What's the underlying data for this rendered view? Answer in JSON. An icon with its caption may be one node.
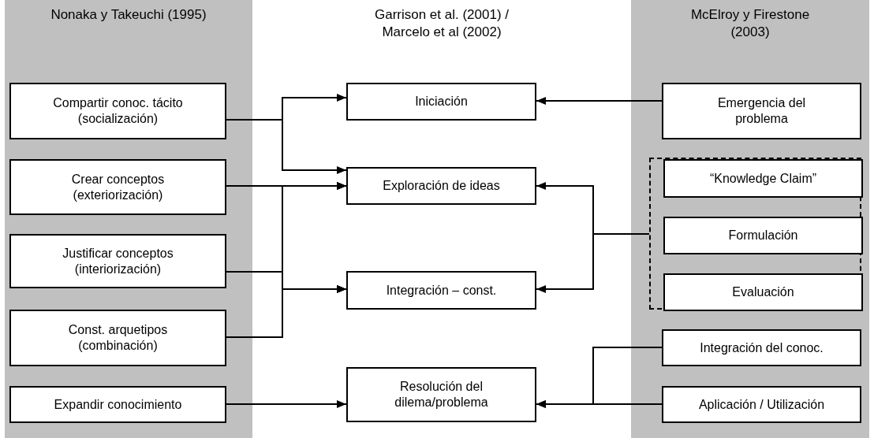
{
  "diagram": {
    "nodes": [
      {
        "text": [
          "Nonaka y Takeuchi (1995)"
        ]
      },
      {
        "text": [
          "Compartir conoc. tácito (socialización)"
        ],
        "in": 0
      },
      {
        "text": [
          "Crear conceptos (exteriorización)"
        ],
        "in": 0
      },
      {
        "text": [
          "Justificar conceptos (interiorización)"
        ],
        "in": 0
      },
      {
        "text": [
          "Const. arquetipos (combinación)"
        ],
        "in": 0
      },
      {
        "text": [
          "Expandir conocimiento"
        ],
        "in": 0
      },
      {
        "text": [
          "Iniciación"
        ]
      },
      {
        "text": [
          "Exploración de ideas"
        ]
      },
      {
        "text": [
          "Integración – const."
        ]
      },
      {
        "text": [
          "Resolución del dilema/problema"
        ]
      },
      {
        "text": [
          "McElroy y Firestone (2003)"
        ]
      },
      {
        "text": [
          "Emergencia del problema"
        ],
        "in": 10
      },
      {
        "text": [],
        "shape": "box",
        "in": 10
      },
      {
        "text": [
          "“Knowledge Claim”"
        ],
        "in": 12
      },
      {
        "text": [
          "Formulación"
        ],
        "in": 12
      },
      {
        "text": [
          "Evaluación"
        ],
        "in": 12
      },
      {
        "text": [
          "Integración del conoc."
        ],
        "in": 10
      },
      {
        "text": [
          "Aplicación / Utilización"
        ],
        "in": 10
      }
    ],
    "edges": [
      {
        "from": 1,
        "to": 6,
        "arrow": "to"
      },
      {
        "from": 1,
        "to": 7,
        "arrow": "to"
      },
      {
        "from": 2,
        "to": 7,
        "arrow": "to"
      },
      {
        "from": 2,
        "to": 8,
        "arrow": "to"
      },
      {
        "from": 3,
        "to": 7,
        "arrow": "to"
      },
      {
        "from": 3,
        "to": 8,
        "arrow": "to"
      },
      {
        "from": 4,
        "to": 7,
        "arrow": "to"
      },
      {
        "from": 4,
        "to": 8,
        "arrow": "to"
      },
      {
        "from": 5,
        "to": 9,
        "arrow": "to"
      },
      {
        "from": 11,
        "to": 6,
        "arrow": "to"
      },
      {
        "from": 12,
        "to": 7,
        "arrow": "to"
      },
      {
        "from": 12,
        "to": 8,
        "arrow": "to"
      },
      {
        "from": 16,
        "to": 9,
        "arrow": "to"
      },
      {
        "from": 17,
        "to": 9,
        "arrow": "to"
      }
    ],
    "labels": [
      "Garrison et al. (2001) / Marcelo et al (2002)"
    ]
  }
}
